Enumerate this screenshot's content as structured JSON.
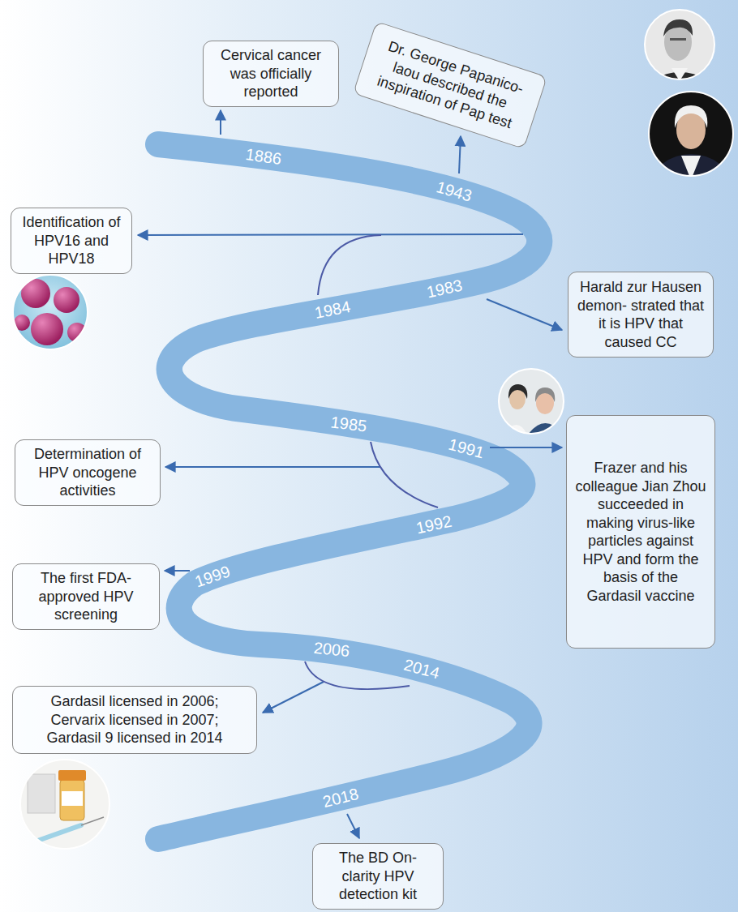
{
  "diagram": {
    "nodes": [
      {
        "text": [
          "Cervical cancer was officially reported"
        ]
      },
      {
        "text": [
          "Dr. George Papanico- laou described the inspiration of Pap test"
        ]
      },
      {
        "text": [
          "Identification of HPV16 and HPV18"
        ]
      },
      {
        "text": [
          "Harald zur Hausen demon- strated that it is HPV that caused CC"
        ]
      },
      {
        "text": [
          "Frazer and his colleague Jian Zhou succeeded in making virus-like particles against HPV and form the basis of the Gardasil vaccine"
        ]
      },
      {
        "text": [
          "Determination of HPV oncogene activities"
        ]
      },
      {
        "text": [
          "The first FDA-approved HPV screening"
        ]
      },
      {
        "text": [
          "Gardasil licensed in 2006;",
          "Cervarix licensed in 2007;",
          "Gardasil 9 licensed in 2014"
        ]
      },
      {
        "text": [
          "The BD On- clarity HPV detection kit"
        ]
      }
    ],
    "labels": [
      "1886",
      "1943",
      "1984",
      "1983",
      "1985",
      "1991",
      "1992",
      "1999",
      "2006",
      "2014",
      "2018"
    ]
  }
}
